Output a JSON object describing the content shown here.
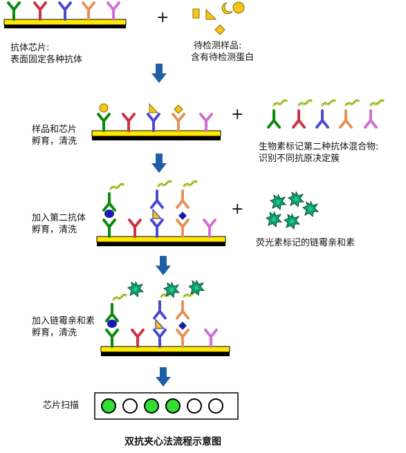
{
  "step1": {
    "chip_label_line1": "抗体芯片:",
    "chip_label_line2": "表面固定各种抗体",
    "sample_label_line1": "待检测样品:",
    "sample_label_line2": "含有待检测蛋白"
  },
  "step2": {
    "label_line1": "样品和芯片",
    "label_line2": "孵育，清洗",
    "reagent_line1": "生物素标记第二种抗体混合物:",
    "reagent_line2": "识别不同抗原决定簇"
  },
  "step3": {
    "label_line1": "加入第二抗体",
    "label_line2": "孵育，清洗",
    "reagent_line1": "荧光素标记的链霉亲和素"
  },
  "step4": {
    "label_line1": "加入链霉亲和素",
    "label_line2": "孵育，清洗"
  },
  "step5": {
    "label": "芯片扫描",
    "spots": [
      "lit",
      "unlit",
      "lit",
      "lit",
      "unlit",
      "unlit"
    ]
  },
  "plus_sign": "+",
  "figure_title": "双抗夹心法流程示意图",
  "colors": {
    "chip_fill": "#ffe800",
    "chip_base": "#000000",
    "arrow": "#1f5fa8",
    "antibody_green": "#0a8a0a",
    "antibody_red": "#cc3344",
    "antibody_blue": "#4a4ad0",
    "antibody_orange": "#e8905a",
    "antibody_pink": "#d070d0",
    "biotin": "#b8d040",
    "streptavidin": "#10a070",
    "spot_lit": "#33dd33"
  },
  "icons": [
    "antibody-icon",
    "antigen-circle-icon",
    "antigen-square-icon",
    "antigen-triangle-icon",
    "antigen-moon-icon",
    "antigen-diamond-icon",
    "biotin-icon",
    "streptavidin-star-icon",
    "down-arrow-icon",
    "scan-spot-icon"
  ]
}
